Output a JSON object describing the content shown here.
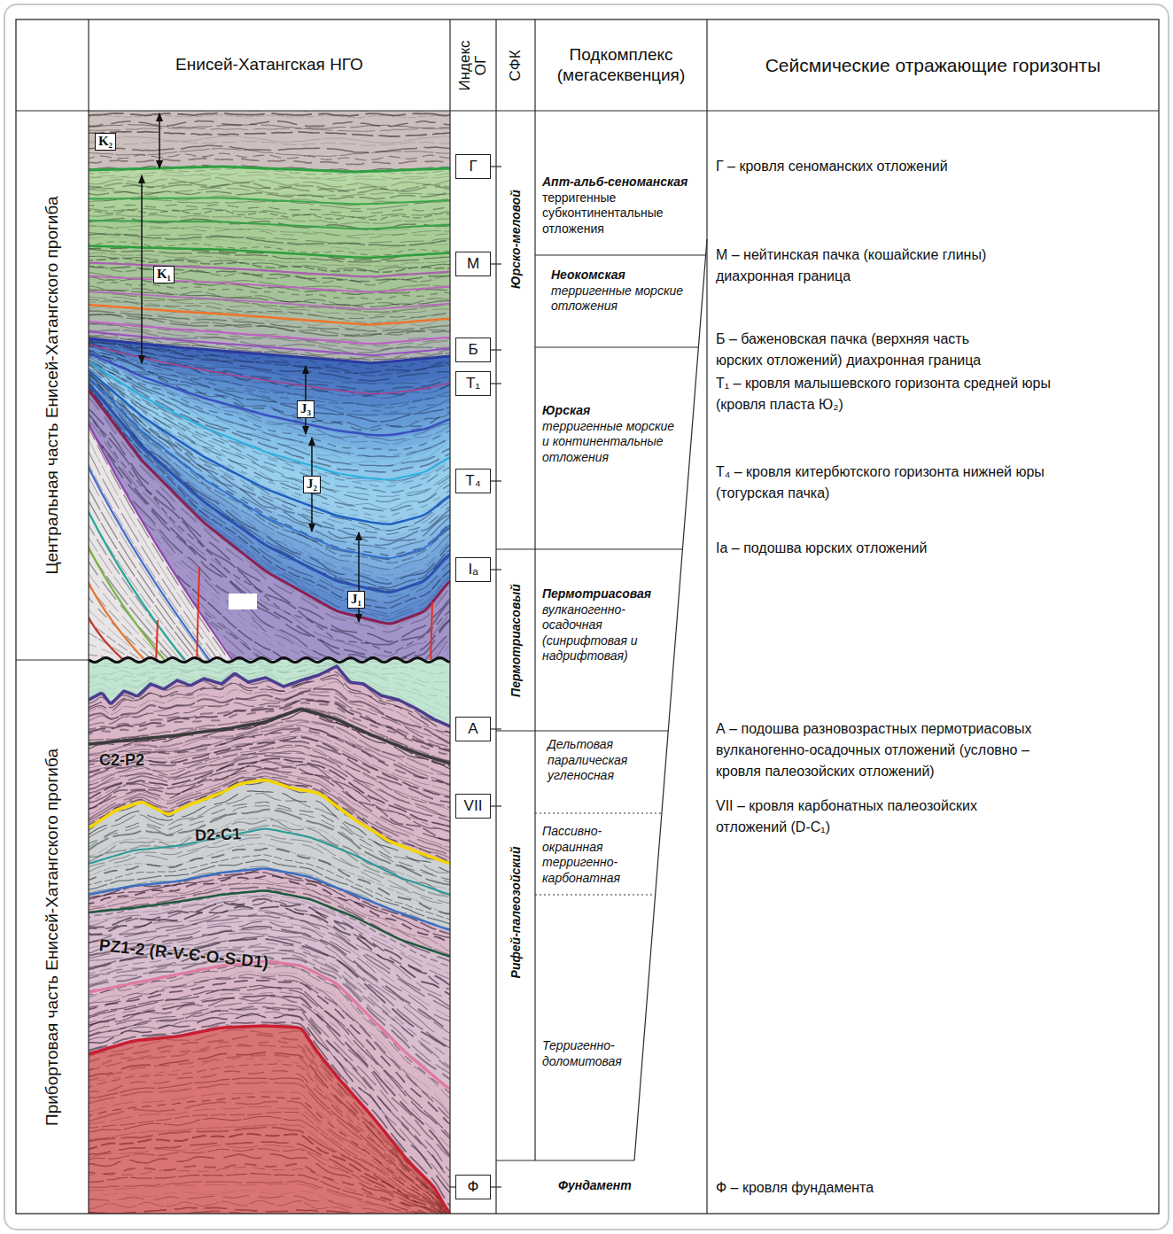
{
  "diagram": {
    "nodes": [
      {
        "text": [
          "Енисей-Хатангская НГО"
        ]
      },
      {
        "text": [
          "Индекс ОГ"
        ]
      },
      {
        "text": [
          "СФК"
        ]
      },
      {
        "text": [
          "Подкомплекс (мегасеквенция)"
        ]
      },
      {
        "text": [
          "Сейсмические отражающие горизонты"
        ]
      },
      {
        "text": [
          "Центральная часть Енисей-Хатангского прогиба"
        ]
      },
      {
        "text": [
          "Прибортовая часть Енисей-Хатангского прогиба"
        ]
      },
      {
        "text": [
          "Г"
        ]
      },
      {
        "text": [
          "М"
        ]
      },
      {
        "text": [
          "Б"
        ]
      },
      {
        "text": [
          "Т₁"
        ]
      },
      {
        "text": [
          "Т₄"
        ]
      },
      {
        "text": [
          "Iₐ"
        ]
      },
      {
        "text": [
          "А"
        ]
      },
      {
        "text": [
          "VII"
        ]
      },
      {
        "text": [
          "Ф"
        ]
      },
      {
        "text": [
          "Юрско-меловой"
        ]
      },
      {
        "text": [
          "Пермотриасовый"
        ]
      },
      {
        "text": [
          "Рифей-палеозойский"
        ]
      },
      {
        "text": [
          "Апт-альб-сеноманская",
          "терригенные субконтинентальные отложения"
        ]
      },
      {
        "text": [
          "Неокомская",
          "терригенные морские отложения"
        ]
      },
      {
        "text": [
          "Юрская",
          "терригенные морские и континентальные отложения"
        ]
      },
      {
        "text": [
          "Пермотриасовая",
          "вулканогенно-осадочная (синрифтовая и надрифтовая)"
        ]
      },
      {
        "text": [
          "Дельтовая паралическая угленосная"
        ]
      },
      {
        "text": [
          "Пассивно-окраинная терригенно-карбонатная"
        ]
      },
      {
        "text": [
          "Терригенно-доломитовая"
        ]
      },
      {
        "text": [
          "Фундамент"
        ]
      },
      {
        "text": [
          "K₂"
        ]
      },
      {
        "text": [
          "K₁"
        ]
      },
      {
        "text": [
          "J₃"
        ]
      },
      {
        "text": [
          "J₂"
        ]
      },
      {
        "text": [
          "J₁"
        ]
      }
    ],
    "labels": [
      "Г – кровля сеноманских отложений",
      "М – нейтинская пачка (кошайские глины) диахронная граница",
      "Б – баженовская пачка (верхняя часть юрских отложений) диахронная граница",
      "Т₁ – кровля малышевского горизонта средней юры (кровля пласта Ю₂)",
      "Т₄ – кровля китербютского горизонта нижней юры (тогурская пачка)",
      "Ia – подошва юрских отложений",
      "А – подошва разновозрастных пермотриасовых вулканогенно-осадочных отложений (условно – кровля палеозойских отложений)",
      "VII – кровля карбонатных палеозойских отложений (D-C₁)",
      "Ф – кровля фундамента",
      "C2-P2",
      "D2-C1",
      "PZ1-2 (R-V-Є-O-S-D1)"
    ]
  }
}
